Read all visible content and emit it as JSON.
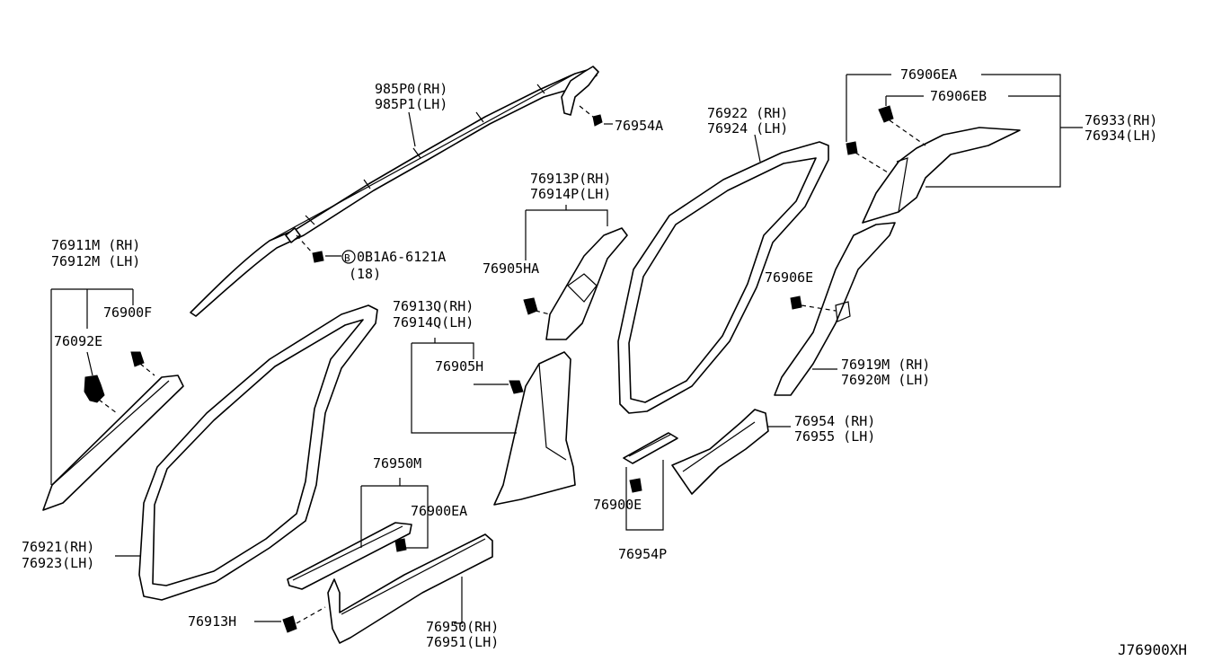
{
  "diagram_id": "J76900XH",
  "labels": {
    "p985p0": "985P0(RH)",
    "p985p1": "985P1(LH)",
    "p76954a": "76954A",
    "p08b1a": "0B1A6-6121A",
    "p08b1a_prefix": "B",
    "p08b1a_qty": "(18)",
    "p76911m": "76911M (RH)",
    "p76912m": "76912M (LH)",
    "p76900f": "76900F",
    "p76092e": "76092E",
    "p76913p": "76913P(RH)",
    "p76914p": "76914P(LH)",
    "p76905ha": "76905HA",
    "p76913q": "76913Q(RH)",
    "p76914q": "76914Q(LH)",
    "p76905h": "76905H",
    "p76922": "76922 (RH)",
    "p76924": "76924 (LH)",
    "p76906ea": "76906EA",
    "p76906eb": "76906EB",
    "p76933": "76933(RH)",
    "p76934": "76934(LH)",
    "p76906e": "76906E",
    "p76919m": "76919M (RH)",
    "p76920m": "76920M (LH)",
    "p76954": "76954 (RH)",
    "p76955": "76955 (LH)",
    "p76950m": "76950M",
    "p76900ea": "76900EA",
    "p76900e": "76900E",
    "p76954p": "76954P",
    "p76921": "76921(RH)",
    "p76923": "76923(LH)",
    "p76913h": "76913H",
    "p76950": "76950(RH)",
    "p76951": "76951(LH)"
  }
}
